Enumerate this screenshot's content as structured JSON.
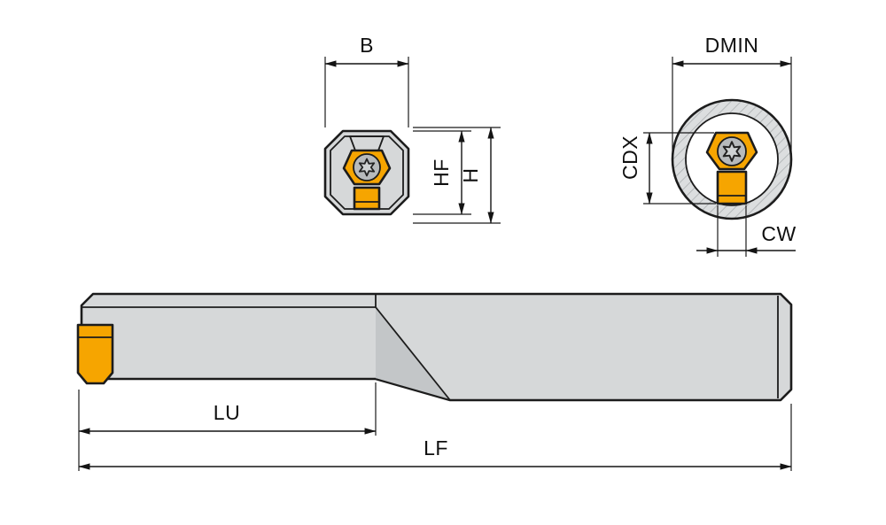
{
  "drawing": {
    "kind": "tool-dimension-diagram",
    "views": [
      "end-view",
      "minimum-bore-view",
      "side-view"
    ]
  },
  "labels": {
    "b": "B",
    "hf": "HF",
    "h": "H",
    "dmin": "DMIN",
    "cdx": "CDX",
    "cw": "CW",
    "lu": "LU",
    "lf": "LF"
  },
  "colors": {
    "outline": "#1c1c1c",
    "body": "#d6d8d9",
    "body_dark": "#c3c6c8",
    "insert": "#f6a500",
    "screw": "#b7babc",
    "star": "#cfd2d3",
    "hatch_bg": "#dcdedf",
    "hatch_line": "#a8acae"
  }
}
